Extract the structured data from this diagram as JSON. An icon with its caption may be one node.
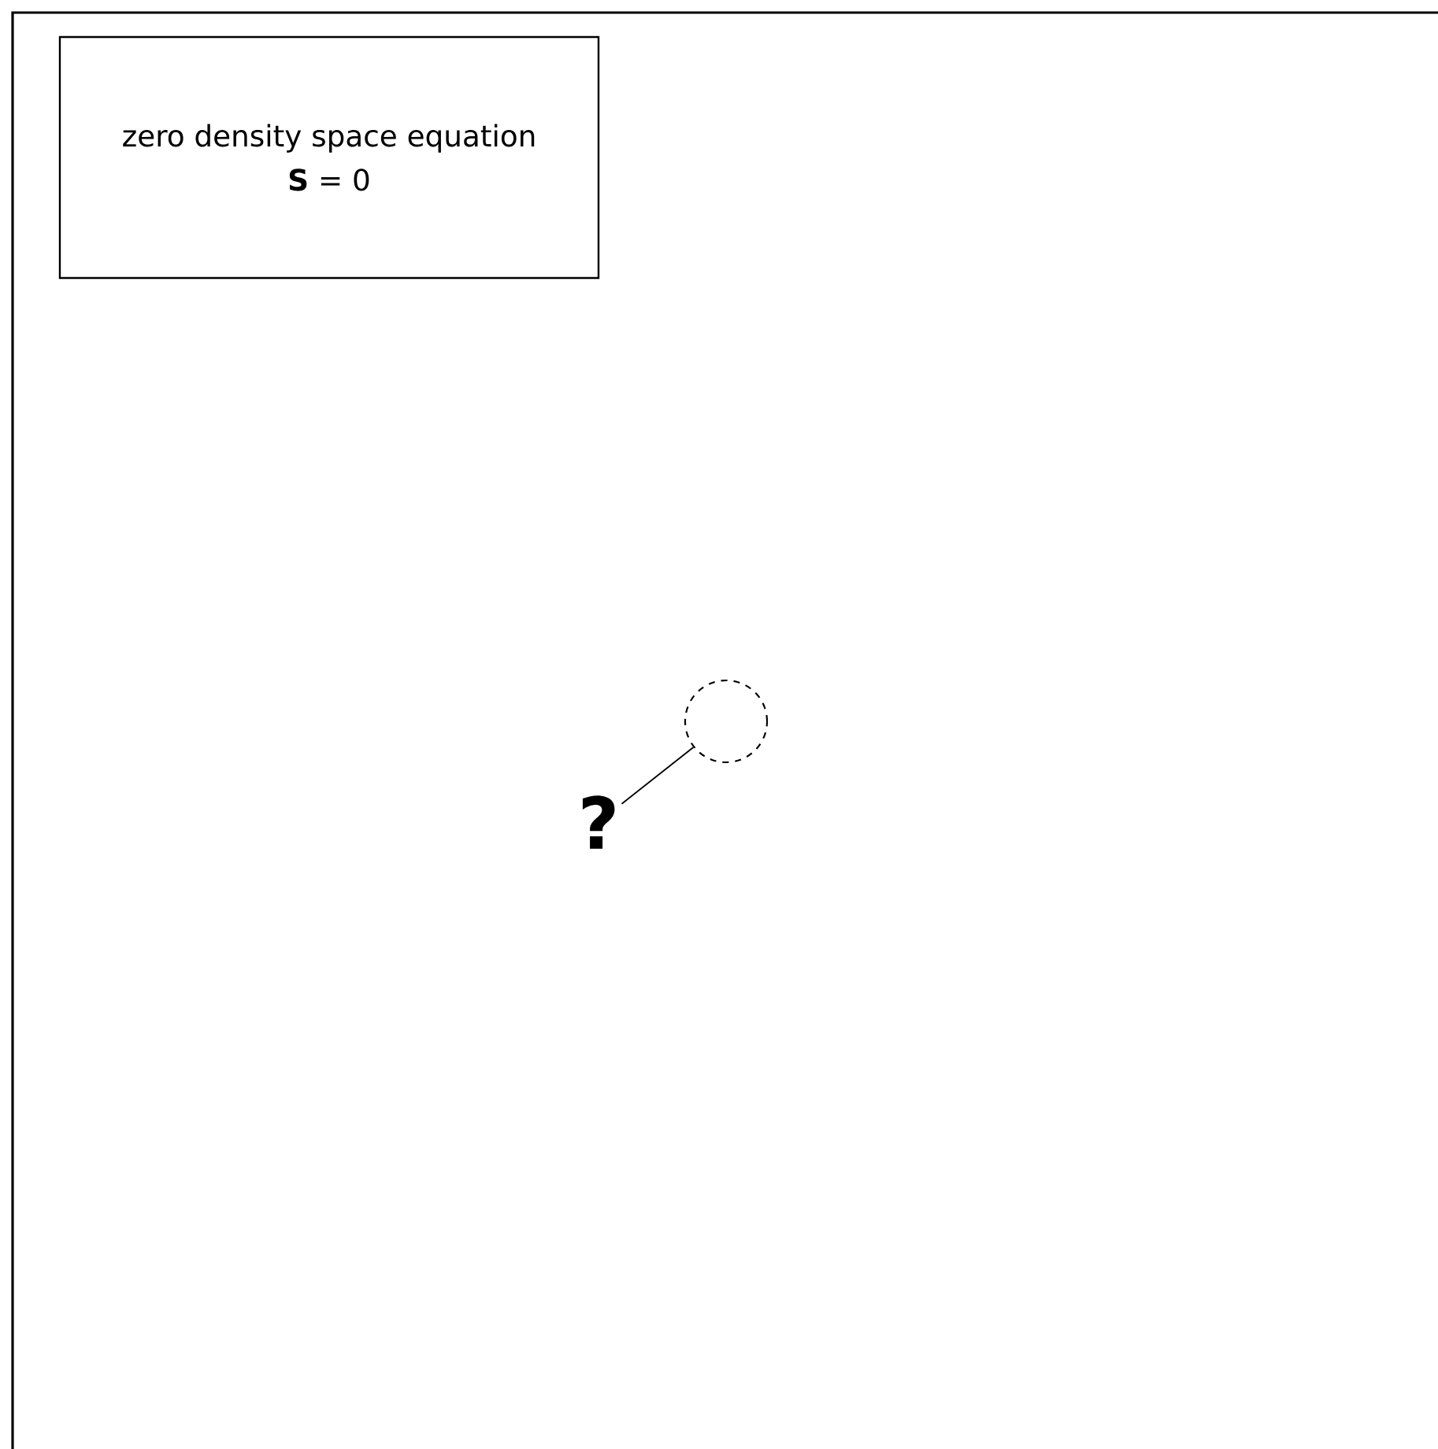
{
  "diagram": {
    "nodes": [
      {
        "text": [
          "zero density space equation",
          "**S** = 0"
        ]
      },
      {
        "text": [
          "?"
        ]
      },
      {
        "text": [],
        "shape": "circle"
      }
    ],
    "edges": [
      {
        "from": 1,
        "to": 2,
        "arrow": "none"
      }
    ]
  }
}
